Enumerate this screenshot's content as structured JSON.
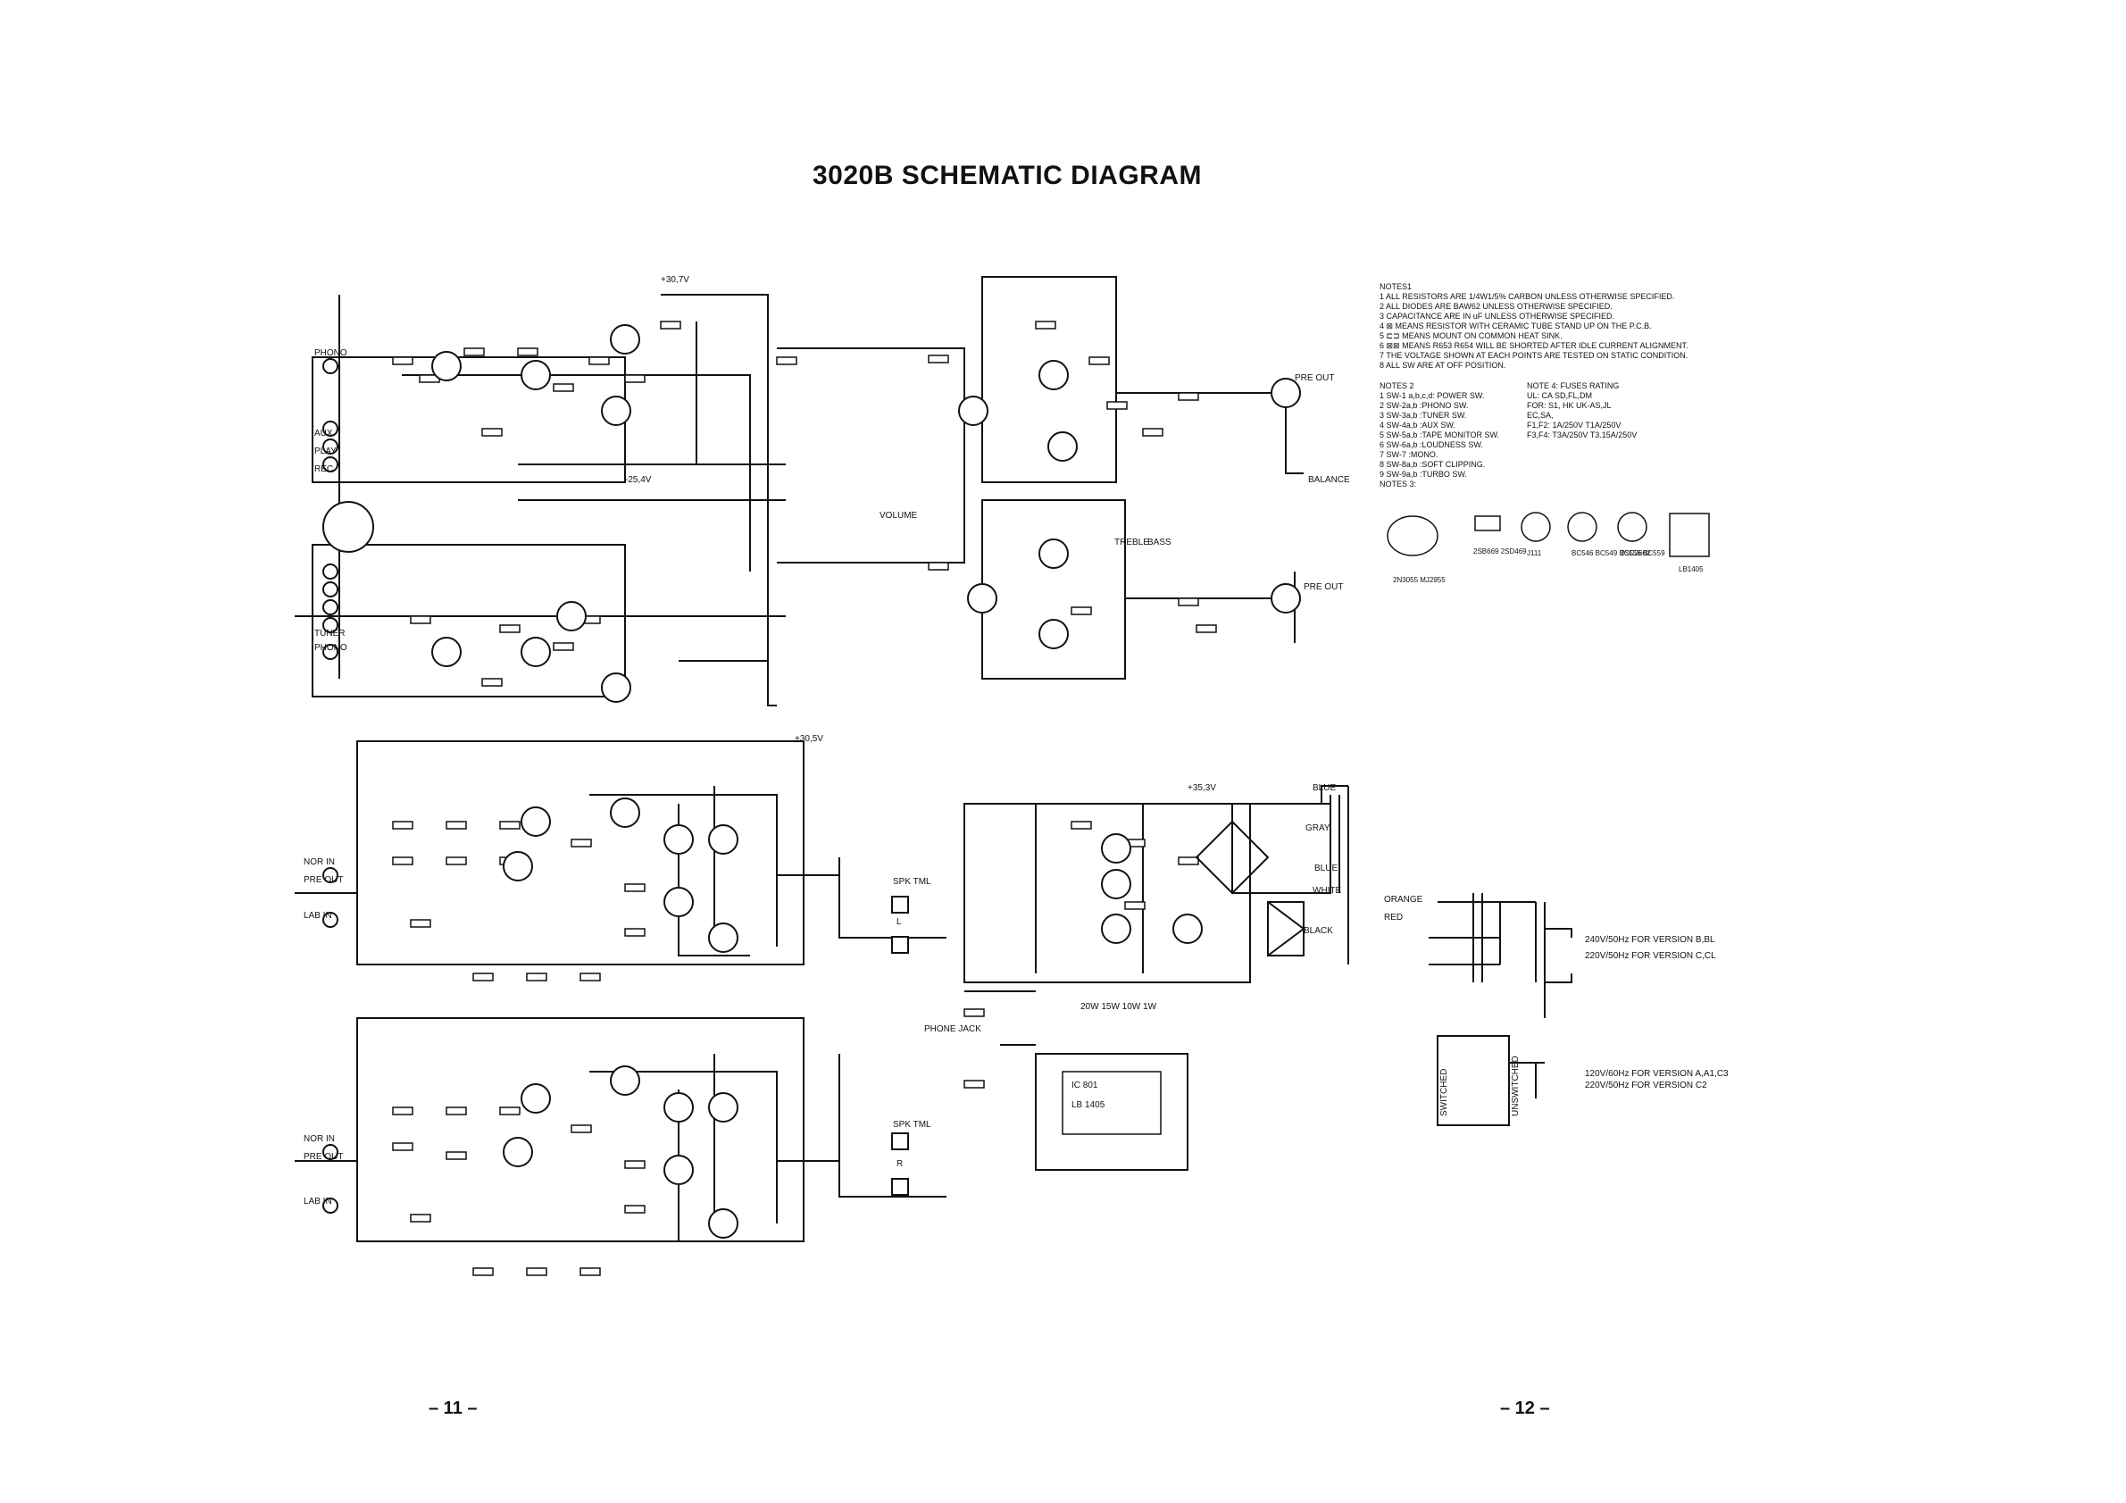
{
  "page": {
    "title": "3020B SCHEMATIC DIAGRAM",
    "page_left": "– 11 –",
    "page_right": "– 12 –"
  },
  "notes": {
    "heading": "NOTES1",
    "items": [
      "1 ALL RESISTORS ARE 1/4W1/5% CARBON UNLESS OTHERWISE SPECIFIED.",
      "2 ALL DIODES ARE BAW62 UNLESS OTHERWISE SPECIFIED.",
      "3 CAPACITANCE ARE IN uF UNLESS OTHERWISE SPECIFIED.",
      "4 ⊠ MEANS RESISTOR WITH CERAMIC TUBE STAND UP ON THE P.C.B.",
      "5 ⊏⊐ MEANS MOUNT ON COMMON HEAT SINK.",
      "6 ⊠⊠ MEANS R653 R654 WILL BE SHORTED AFTER IDLE CURRENT ALIGNMENT.",
      "7 THE VOLTAGE SHOWN AT EACH POINTS ARE TESTED ON STATIC CONDITION.",
      "8 ALL SW ARE AT OFF POSITION."
    ]
  },
  "notes2": {
    "heading": "NOTES 2",
    "items": [
      "1 SW-1 a,b,c,d: POWER SW.",
      "2 SW-2a,b :PHONO SW.",
      "3 SW-3a,b :TUNER SW.",
      "4 SW-4a,b :AUX SW.",
      "5 SW-5a,b :TAPE MONITOR SW.",
      "6 SW-6a,b :LOUDNESS SW.",
      "7 SW-7 :MONO.",
      "8 SW-8a,b :SOFT CLIPPING.",
      "9 SW-9a,b :TURBO SW.",
      "NOTES 3:"
    ]
  },
  "notes4": {
    "heading": "NOTE 4: FUSES RATING",
    "items": [
      "UL: CA   SD,FL,DM",
      "FOR: S1, HK   UK-AS,JL",
      "EC,SA,",
      "F1,F2: 1A/250V   T1A/250V",
      "F3,F4: T3A/250V   T3.15A/250V"
    ]
  },
  "transistor_pinouts": [
    {
      "label": "2N3055\nMJ2955"
    },
    {
      "label": "2SB669\n2SD469"
    },
    {
      "label": "J111"
    },
    {
      "label": "BC546\nBC549\nBC556\nBC559"
    },
    {
      "label": "2SC2602"
    },
    {
      "label": "LB1405"
    }
  ],
  "labels": {
    "phono": "PHONO",
    "aux": "AUX",
    "play": "PLAY",
    "rec": "REC",
    "tuner": "TUNER",
    "nor_in": "NOR IN",
    "pre_out": "PRE OUT",
    "lab_in": "LAB IN",
    "spk_tml": "SPK TML",
    "phone_jack": "PHONE JACK",
    "volume": "VOLUME",
    "treble": "TREBLE",
    "bass": "BASS",
    "balance": "BALANCE",
    "blue": "BLUE",
    "gray": "GRAY",
    "white": "WHITE",
    "orange": "ORANGE",
    "red": "RED",
    "black": "BLACK",
    "ic801": "IC 801",
    "lb1405": "LB 1405",
    "v_pos": "+30,7V",
    "v_neg": "-25,4V",
    "v_305": "+30,5V",
    "v_353": "+35,3V",
    "mains_1": "240V/50Hz FOR VERSION B,BL",
    "mains_2": "220V/50Hz FOR VERSION C,CL",
    "mains_3": "120V/60Hz FOR VERSION A,A1,C3",
    "mains_4": "220V/50Hz FOR VERSION C2",
    "switched": "SWITCHED",
    "unswitched": "UNSWITCHED",
    "spk_l": "L",
    "spk_r": "R",
    "led_labels": "20W 15W 10W 1W"
  }
}
